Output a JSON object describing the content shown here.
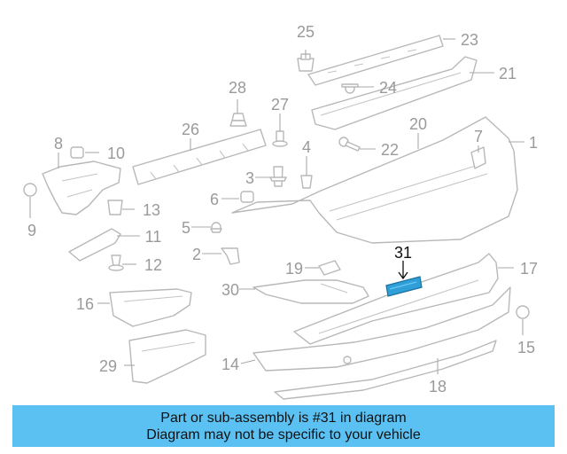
{
  "diagram": {
    "highlight_color": "#2f9fd8",
    "callouts": {
      "n1": "1",
      "n2": "2",
      "n3": "3",
      "n4": "4",
      "n5": "5",
      "n6": "6",
      "n7": "7",
      "n8": "8",
      "n9": "9",
      "n10": "10",
      "n11": "11",
      "n12": "12",
      "n13": "13",
      "n14": "14",
      "n15": "15",
      "n16": "16",
      "n17": "17",
      "n18": "18",
      "n19": "19",
      "n20": "20",
      "n21": "21",
      "n22": "22",
      "n23": "23",
      "n24": "24",
      "n25": "25",
      "n26": "26",
      "n27": "27",
      "n28": "28",
      "n29": "29",
      "n30": "30",
      "n31": "31"
    }
  },
  "banner": {
    "line1": "Part or sub-assembly is #31 in diagram",
    "line2": "Diagram may not be specific to your vehicle",
    "background": "#5bc1f3"
  }
}
